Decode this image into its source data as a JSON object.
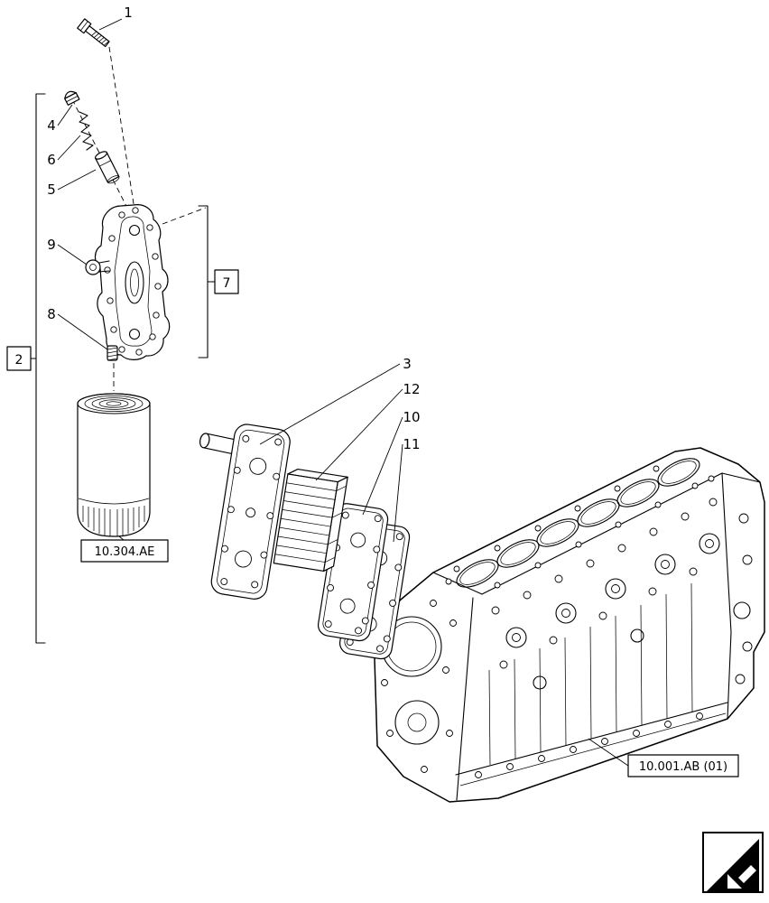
{
  "page": {
    "background": "#ffffff",
    "ink": "#000000"
  },
  "callouts": {
    "n1": "1",
    "n2": "2",
    "n3": "3",
    "n4": "4",
    "n5": "5",
    "n6": "6",
    "n7": "7",
    "n8": "8",
    "n9": "9",
    "n10": "10",
    "n11": "11",
    "n12": "12"
  },
  "references": {
    "oil_filter": "10.304.AE",
    "crankcase": "10.001.AB (01)"
  },
  "icons": {
    "corner_nav": "page-corner-arrow-icon"
  }
}
